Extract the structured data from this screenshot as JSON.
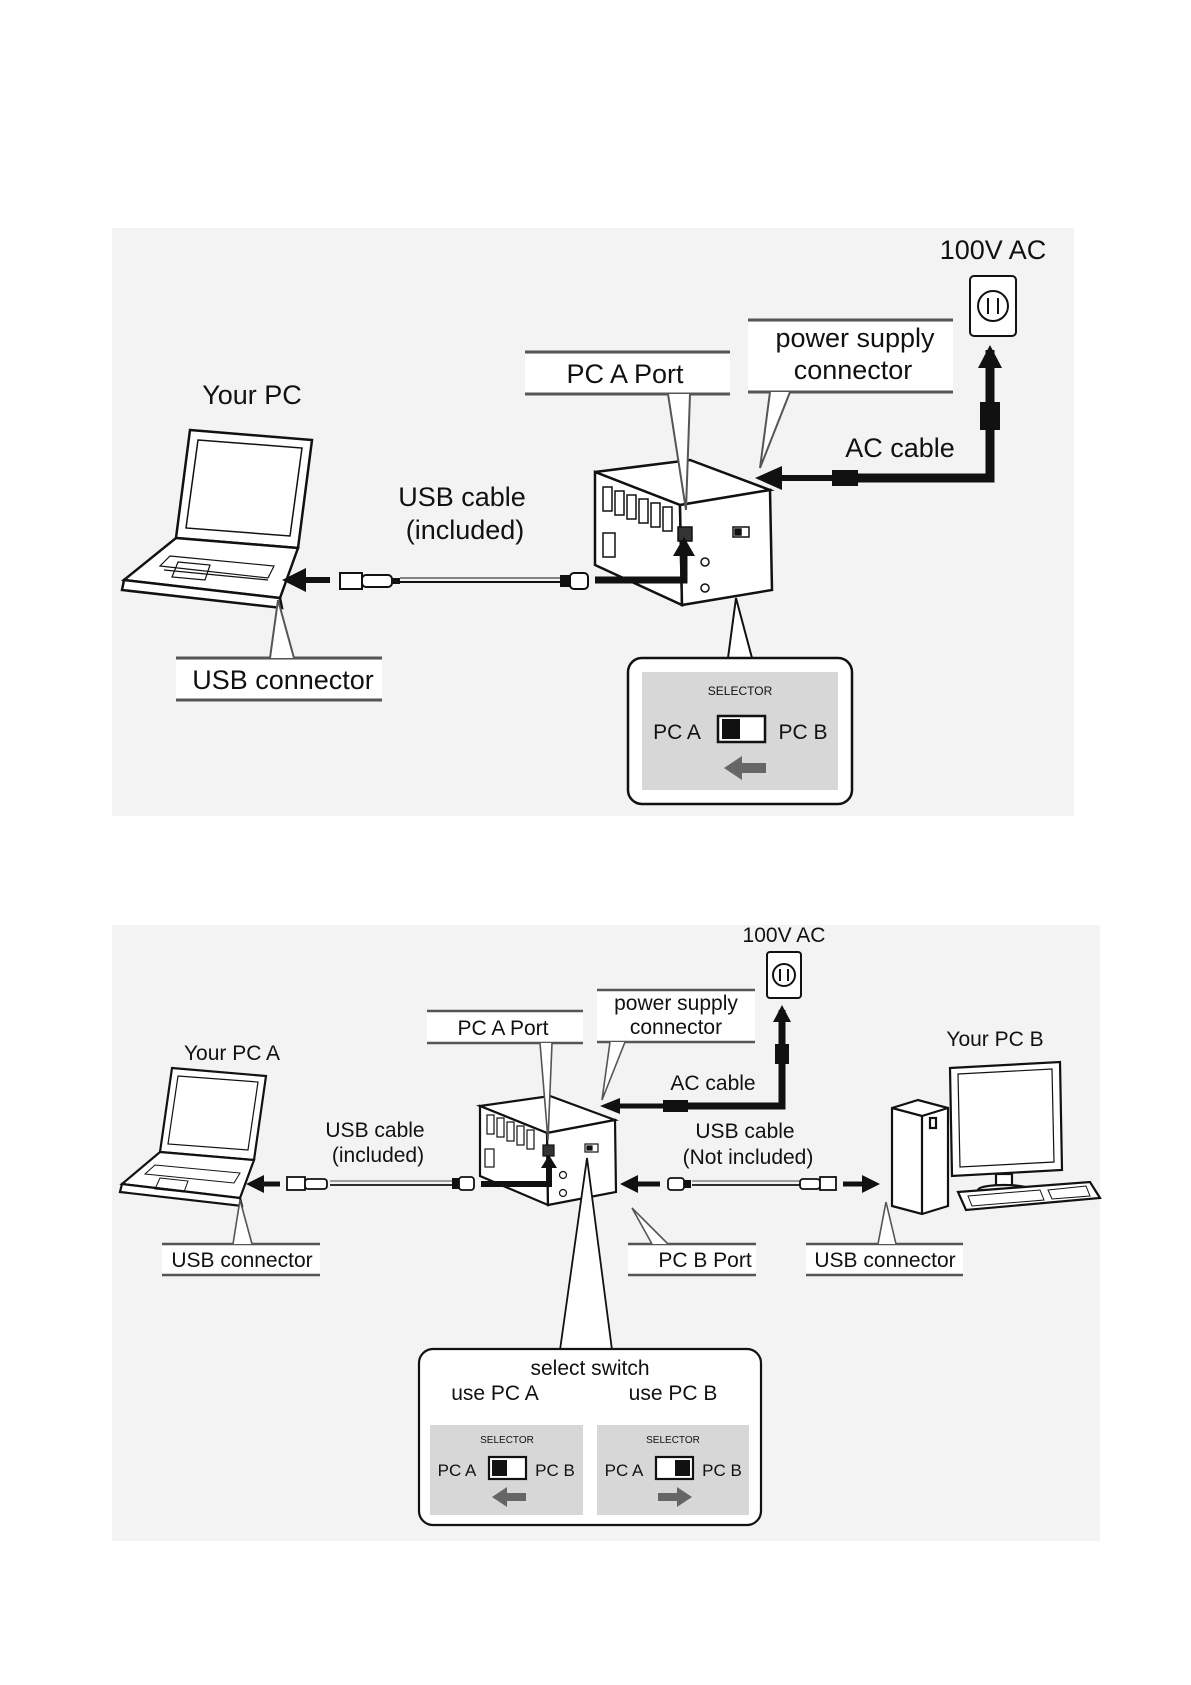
{
  "diagram1": {
    "outlet_label": "100V AC",
    "your_pc": "Your PC",
    "pc_a_port": "PC A Port",
    "power_supply_line1": "power supply",
    "power_supply_line2": "connector",
    "ac_cable": "AC cable",
    "usb_cable_line1": "USB cable",
    "usb_cable_line2": "(included)",
    "usb_connector": "USB connector",
    "selector_title": "SELECTOR",
    "selector_left": "PC A",
    "selector_right": "PC B",
    "selector_position": "PC A"
  },
  "diagram2": {
    "outlet_label": "100V AC",
    "your_pc_a": "Your PC A",
    "your_pc_b": "Your PC B",
    "pc_a_port": "PC A Port",
    "pc_b_port": "PC B Port",
    "power_supply_line1": "power supply",
    "power_supply_line2": "connector",
    "ac_cable": "AC cable",
    "usb_cable_a_line1": "USB cable",
    "usb_cable_a_line2": "(included)",
    "usb_cable_b_line1": "USB cable",
    "usb_cable_b_line2": "(Not included)",
    "usb_connector_a": "USB connector",
    "usb_connector_b": "USB connector",
    "select_switch": "select switch",
    "use_pc_a": "use PC A",
    "use_pc_b": "use PC B",
    "selector_title": "SELECTOR",
    "selector_left": "PC A",
    "selector_right": "PC B",
    "switch_a_position": "PC A",
    "switch_b_position": "PC B"
  },
  "colors": {
    "panel_bg": "#f3f3f3",
    "selector_bg": "#d7d7d7",
    "line": "#111111",
    "arrow_grey": "#666666"
  }
}
